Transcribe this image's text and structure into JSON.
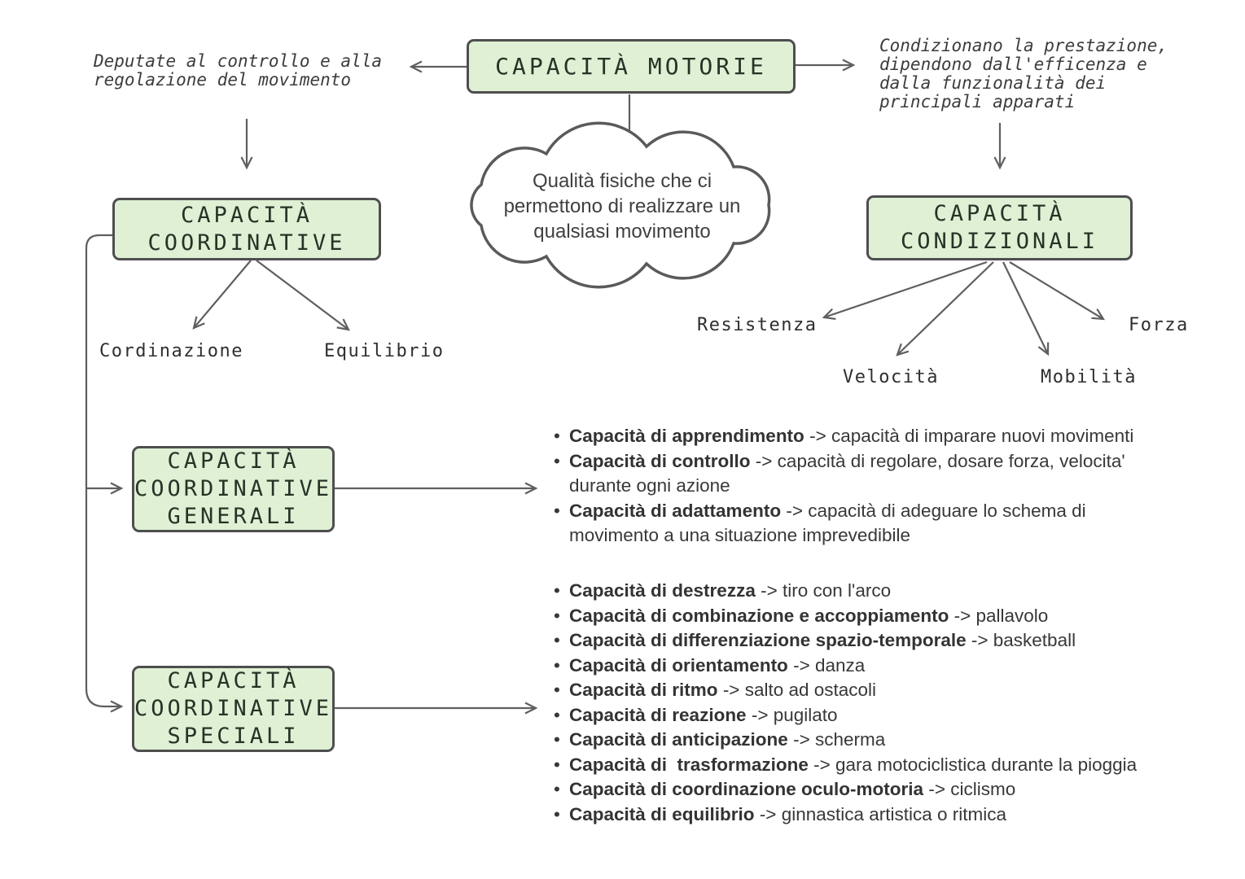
{
  "nodes": {
    "root": {
      "label": "CAPACITÀ MOTORIE"
    },
    "coordinative": {
      "label": "CAPACITÀ\nCOORDINATIVE"
    },
    "condizionali": {
      "label": "CAPACITÀ\nCONDIZIONALI"
    },
    "generali": {
      "label": "CAPACITÀ\nCOORDINATIVE\nGENERALI"
    },
    "speciali": {
      "label": "CAPACITÀ\nCOORDINATIVE\nSPECIALI"
    }
  },
  "notes": {
    "left": "Deputate al controllo e alla\nregolazione del movimento",
    "right": "Condizionano la prestazione,\ndipendono dall'efficenza e\ndalla funzionalità dei\nprincipali apparati"
  },
  "cloud": {
    "text": "Qualità fisiche che ci permettono di realizzare un qualsiasi movimento"
  },
  "labels": {
    "coordinative": [
      "Cordinazione",
      "Equilibrio"
    ],
    "condizionali": [
      "Resistenza",
      "Velocità",
      "Mobilità",
      "Forza"
    ]
  },
  "lists": {
    "generali": [
      {
        "term": "Capacità di apprendimento",
        "desc": "-> capacità di imparare nuovi movimenti"
      },
      {
        "term": "Capacità di controllo",
        "desc": "-> capacità di regolare, dosare forza, velocita'\ndurante ogni azione"
      },
      {
        "term": "Capacità di adattamento",
        "desc": "-> capacità di adeguare lo schema di\nmovimento a una situazione imprevedibile"
      }
    ],
    "speciali": [
      {
        "term": "Capacità di destrezza",
        "desc": "-> tiro con l'arco"
      },
      {
        "term": "Capacità di combinazione e accoppiamento",
        "desc": "-> pallavolo"
      },
      {
        "term": "Capacità di differenziazione spazio-temporale",
        "desc": "-> basketball"
      },
      {
        "term": "Capacità di orientamento",
        "desc": "-> danza"
      },
      {
        "term": "Capacità di ritmo",
        "desc": "-> salto ad ostacoli"
      },
      {
        "term": "Capacità di reazione",
        "desc": "-> pugilato"
      },
      {
        "term": "Capacità di anticipazione",
        "desc": "-> scherma"
      },
      {
        "term": "Capacità di  trasformazione",
        "desc": "-> gara motociclistica durante la pioggia"
      },
      {
        "term": "Capacità di coordinazione oculo-motoria",
        "desc": "-> ciclismo"
      },
      {
        "term": "Capacità di equilibrio",
        "desc": "-> ginnastica artistica o ritmica"
      }
    ]
  },
  "colors": {
    "node_fill": "#dff0d5",
    "node_border": "#4e4e4e",
    "line": "#5f5f5f",
    "text": "#263326"
  }
}
